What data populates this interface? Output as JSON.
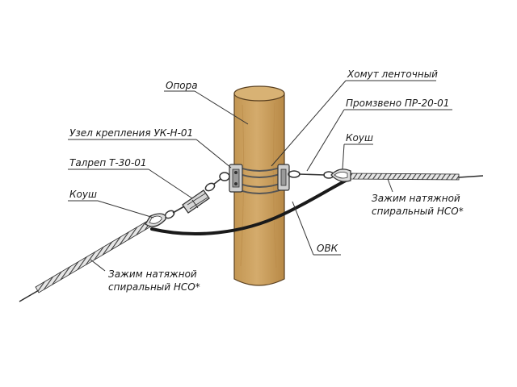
{
  "labels": {
    "pole": "Опора",
    "band_clamp": "Хомут ленточный",
    "link": "Промзвено ПР-20-01",
    "mount_unit": "Узел крепления УК-Н-01",
    "turnbuckle": "Талреп Т-30-01",
    "thimble_right": "Коуш",
    "thimble_left": "Коуш",
    "clamp_right_line1": "Зажим натяжной",
    "clamp_right_line2": "спиральный НСО*",
    "clamp_left_line1": "Зажим натяжной",
    "clamp_left_line2": "спиральный НСО*",
    "cable": "ОВК"
  },
  "colors": {
    "pole_fill": "#d0a566",
    "pole_shade": "#b98a48",
    "pole_outline": "#5a4020",
    "cable": "#1a1a1a",
    "metal": "#c8c8c8",
    "outline": "#333333"
  }
}
